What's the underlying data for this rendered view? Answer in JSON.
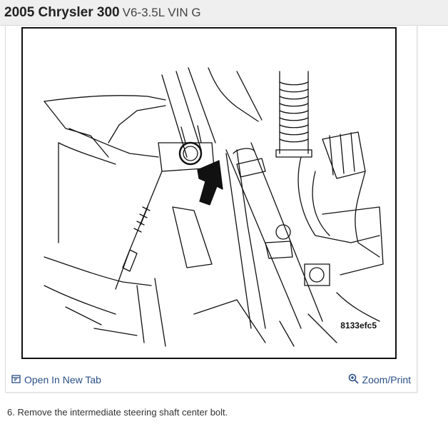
{
  "header": {
    "title_main": "2005 Chrysler 300",
    "title_sub": "V6-3.5L VIN G"
  },
  "figure": {
    "code": "8133efc5"
  },
  "toolbar": {
    "open_new_tab_label": "Open In New Tab",
    "zoom_print_label": "Zoom/Print"
  },
  "content": {
    "step_text": "6. Remove the intermediate steering shaft center bolt."
  },
  "colors": {
    "link": "#2a4f86",
    "header_bg": "#efefef"
  }
}
